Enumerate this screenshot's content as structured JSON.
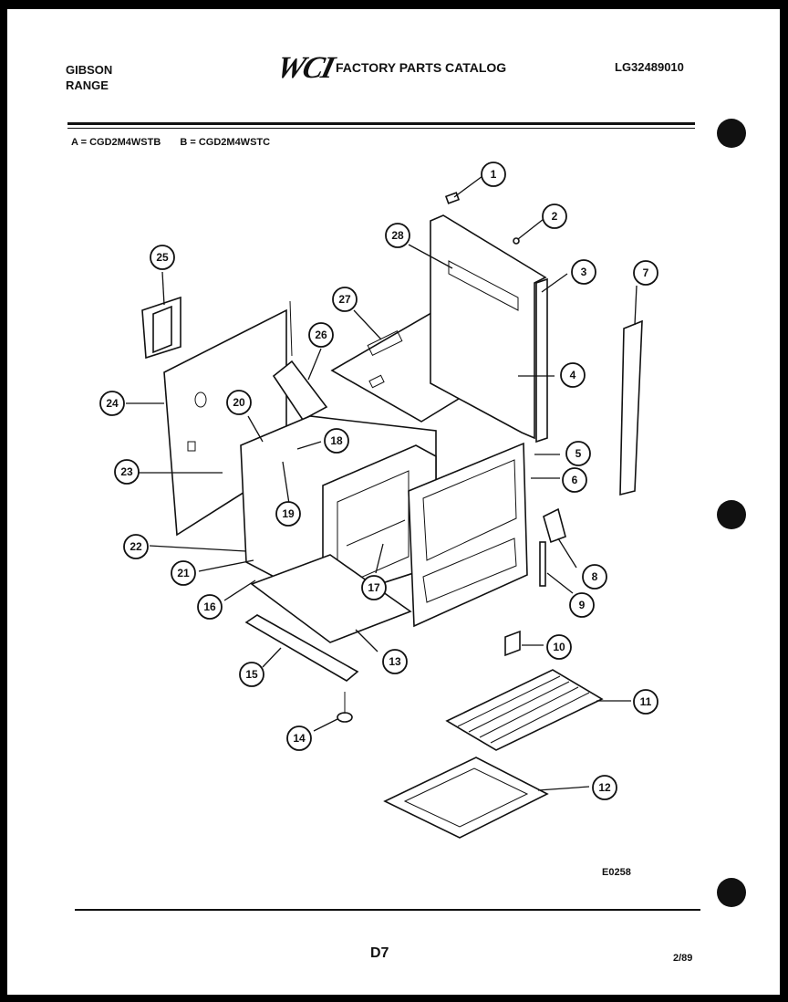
{
  "header": {
    "brand": "GIBSON",
    "product": "RANGE",
    "logo": "WCI",
    "catalog_title": "FACTORY PARTS CATALOG",
    "document_number": "LG32489010"
  },
  "models": {
    "a": "A = CGD2M4WSTB",
    "b": "B = CGD2M4WSTC"
  },
  "figure_code": "E0258",
  "page_number": "D7",
  "date": "2/89",
  "callouts": [
    {
      "n": "1"
    },
    {
      "n": "2"
    },
    {
      "n": "3"
    },
    {
      "n": "4"
    },
    {
      "n": "5"
    },
    {
      "n": "6"
    },
    {
      "n": "7"
    },
    {
      "n": "8"
    },
    {
      "n": "9"
    },
    {
      "n": "10"
    },
    {
      "n": "11"
    },
    {
      "n": "12"
    },
    {
      "n": "13"
    },
    {
      "n": "14"
    },
    {
      "n": "15"
    },
    {
      "n": "16"
    },
    {
      "n": "17"
    },
    {
      "n": "18"
    },
    {
      "n": "19"
    },
    {
      "n": "20"
    },
    {
      "n": "21"
    },
    {
      "n": "22"
    },
    {
      "n": "23"
    },
    {
      "n": "24"
    },
    {
      "n": "25"
    },
    {
      "n": "26"
    },
    {
      "n": "27"
    },
    {
      "n": "28"
    }
  ]
}
